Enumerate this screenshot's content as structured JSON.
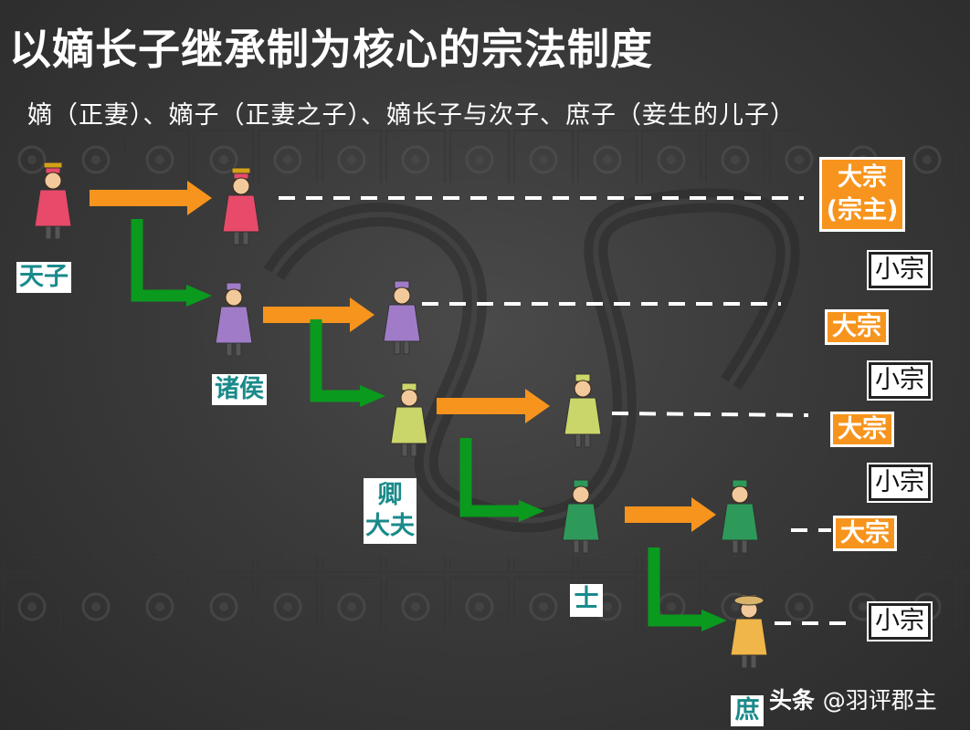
{
  "title": "以嫡长子继承制为核心的宗法制度",
  "subtitle": "嫡（正妻）、嫡子（正妻之子）、嫡长子与次子、庶子（妾生的儿子）",
  "levels": {
    "tianzi": "天子",
    "zhuhou": "诸侯",
    "qing_l1": "卿",
    "qing_l2": "大夫",
    "shi": "士",
    "shu": "庶"
  },
  "dazong": {
    "d1_l1": "大宗",
    "d1_l2": "(宗主)",
    "d2": "大宗",
    "d3": "大宗",
    "d4": "大宗"
  },
  "xiaozong": {
    "x1": "小宗",
    "x2": "小宗",
    "x3": "小宗",
    "x4": "小宗"
  },
  "watermark": {
    "brand": "头条",
    "handle": "@羽评郡主"
  },
  "colors": {
    "orange_arrow": "#f7941d",
    "green_arrow": "#0a9a1e",
    "teal_text": "#1a8a8a",
    "dazong_bg": "#f7941d"
  }
}
